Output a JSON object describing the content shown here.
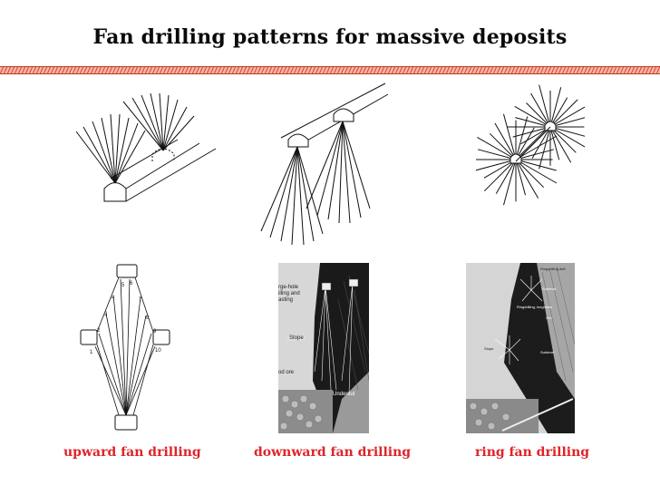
{
  "title": "Fan drilling patterns for massive deposits",
  "colors": {
    "accent_bar": "#e0553a",
    "caption": "#e0242a",
    "ink": "#111111"
  },
  "figures": [
    {
      "caption": "upward fan drilling",
      "numbers": [
        "5",
        "6",
        "4",
        "7",
        "3",
        "8",
        "2",
        "9",
        "1",
        "10"
      ]
    },
    {
      "caption": "downward fan drilling",
      "labels": [
        "rge-hole",
        "illing and",
        "asting",
        "Stope",
        "od ore",
        "Undercut"
      ]
    },
    {
      "caption": "ring fan drilling",
      "labels": [
        "Ringdrilling drift",
        "Sublevel",
        "Ringdrilling, longholes",
        "Ore",
        "Stope",
        "Sublevel"
      ]
    }
  ]
}
